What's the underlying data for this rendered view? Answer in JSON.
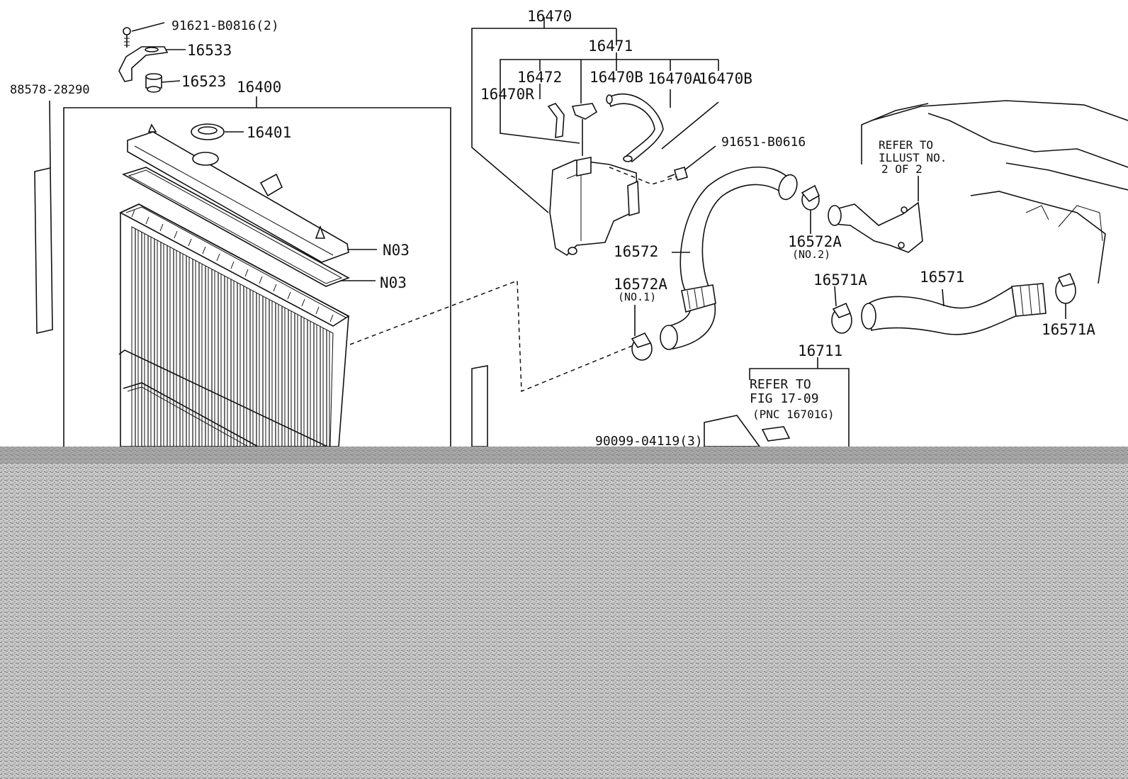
{
  "labels": {
    "p91621": "91621-B0816(2)",
    "p16533": "16533",
    "p16523": "16523",
    "p88578": "88578-28290",
    "p16400": "16400",
    "p16401": "16401",
    "n03a": "N03",
    "n03b": "N03",
    "p16470": "16470",
    "p16471": "16471",
    "p16472": "16472",
    "p16470b1": "16470B",
    "p16470a": "16470A",
    "p16470b2": "16470B",
    "p16470r": "16470R",
    "p91651": "91651-B0616",
    "refer1_l1": "REFER TO",
    "refer1_l2": "ILLUST NO.",
    "refer1_l3": "2 OF 2",
    "p16572": "16572",
    "p16572a_2": "16572A",
    "no2": "(NO.2)",
    "p16572a_1": "16572A",
    "no1": "(NO.1)",
    "p16571a_l": "16571A",
    "p16571": "16571",
    "p16571a_r": "16571A",
    "p16711": "16711",
    "refer2_l1": "REFER TO",
    "refer2_l2": "FIG 17-09",
    "refer2_l3": "(PNC 16701G)",
    "p90099": "90099-04119(3)"
  },
  "colors": {
    "ink": "#111111",
    "paper": "#ffffff",
    "noise": "#9a9a9a"
  }
}
